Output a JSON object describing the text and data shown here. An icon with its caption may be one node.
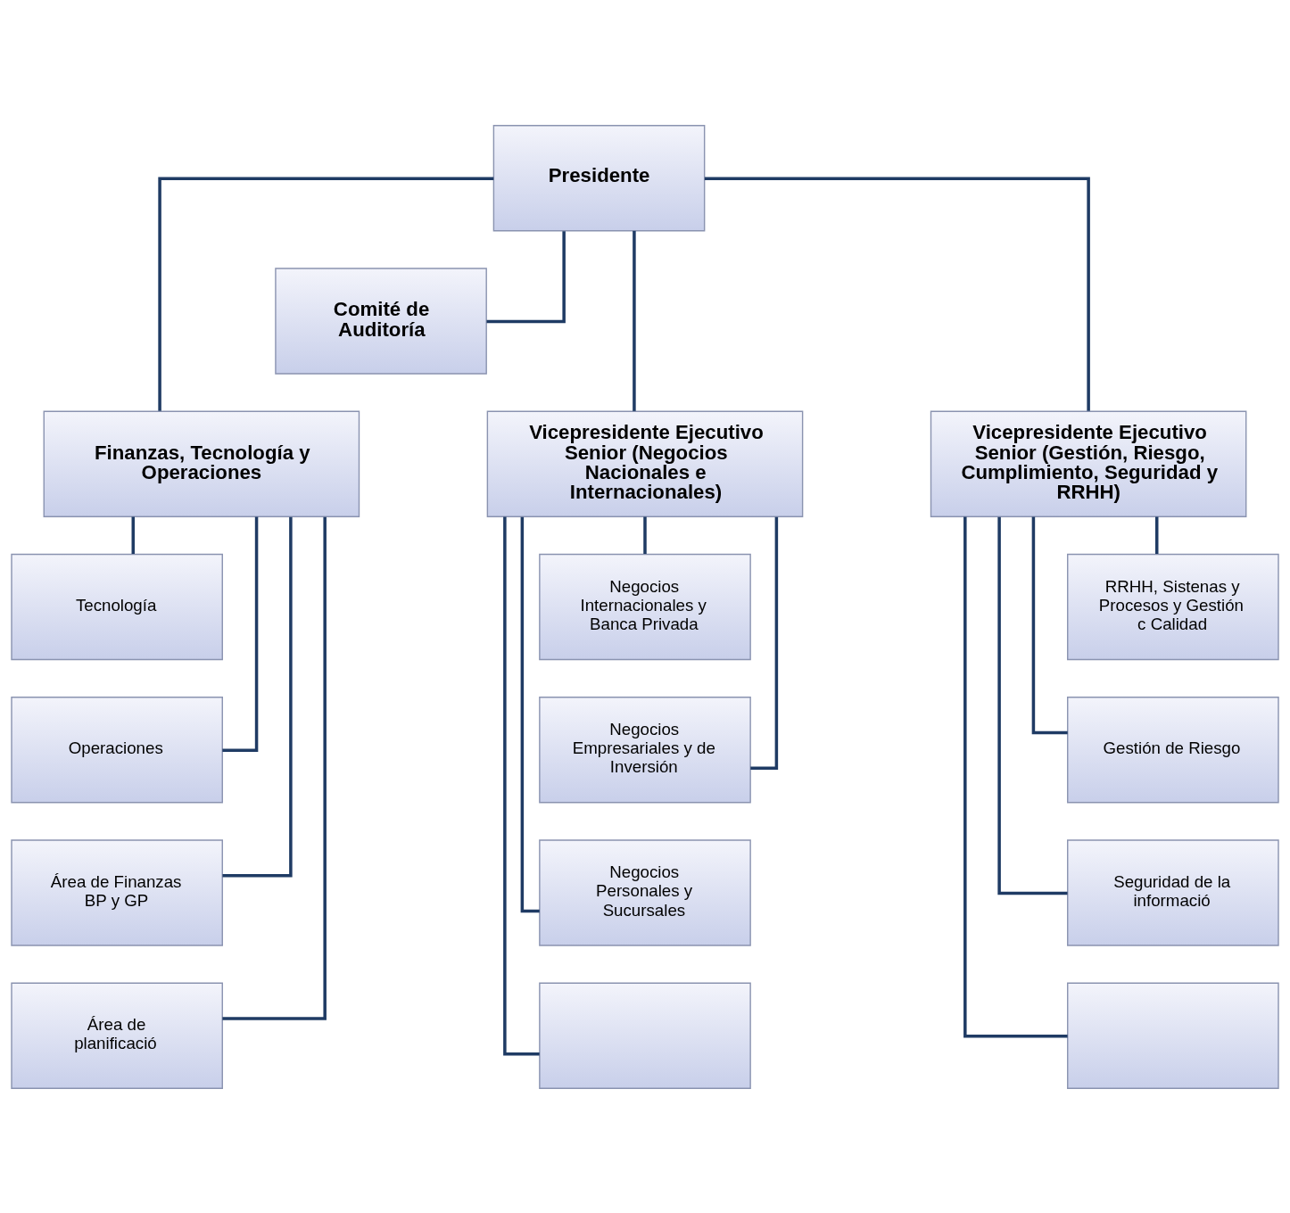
{
  "diagram": {
    "nodes": [
      {
        "text": [
          "Presidente"
        ]
      },
      {
        "text": [
          "Comité de Auditoría"
        ]
      },
      {
        "text": [
          "Finanzas, Tecnología y Operaciones"
        ]
      },
      {
        "text": [
          "Vicepresidente Ejecutivo Senior (Negocios Nacionales e Internacionales)"
        ]
      },
      {
        "text": [
          "Vicepresidente Ejecutivo Senior (Gestión, Riesgo, Cumplimiento, Seguridad y RRHH)"
        ]
      },
      {
        "text": [
          "Tecnología"
        ]
      },
      {
        "text": [
          "Operaciones"
        ]
      },
      {
        "text": [
          "Área de Finanzas BP y GP"
        ]
      },
      {
        "text": [
          "Área de planificació"
        ]
      },
      {
        "text": [
          "Negocios Internacionales y Banca Privada"
        ]
      },
      {
        "text": [
          "Negocios Empresariales y de Inversión"
        ]
      },
      {
        "text": [
          "Negocios Personales y Sucursales"
        ]
      },
      {
        "text": [],
        "shape": "box"
      },
      {
        "text": [
          "RRHH, Sistenas y Procesos y Gestión c Calidad"
        ]
      },
      {
        "text": [
          "Gestión de Riesgo"
        ]
      },
      {
        "text": [
          "Seguridad de la informació"
        ]
      },
      {
        "text": [],
        "shape": "box"
      }
    ],
    "edges": [
      {
        "from": 0,
        "to": 1,
        "arrow": "none"
      },
      {
        "from": 0,
        "to": 2,
        "arrow": "none"
      },
      {
        "from": 0,
        "to": 3,
        "arrow": "none"
      },
      {
        "from": 0,
        "to": 4,
        "arrow": "none"
      },
      {
        "from": 2,
        "to": 5,
        "arrow": "none"
      },
      {
        "from": 2,
        "to": 6,
        "arrow": "none"
      },
      {
        "from": 2,
        "to": 7,
        "arrow": "none"
      },
      {
        "from": 2,
        "to": 8,
        "arrow": "none"
      },
      {
        "from": 3,
        "to": 9,
        "arrow": "none"
      },
      {
        "from": 3,
        "to": 10,
        "arrow": "none"
      },
      {
        "from": 3,
        "to": 11,
        "arrow": "none"
      },
      {
        "from": 3,
        "to": 12,
        "arrow": "none"
      },
      {
        "from": 4,
        "to": 13,
        "arrow": "none"
      },
      {
        "from": 4,
        "to": 14,
        "arrow": "none"
      },
      {
        "from": 4,
        "to": 15,
        "arrow": "none"
      },
      {
        "from": 4,
        "to": 16,
        "arrow": "none"
      }
    ]
  }
}
